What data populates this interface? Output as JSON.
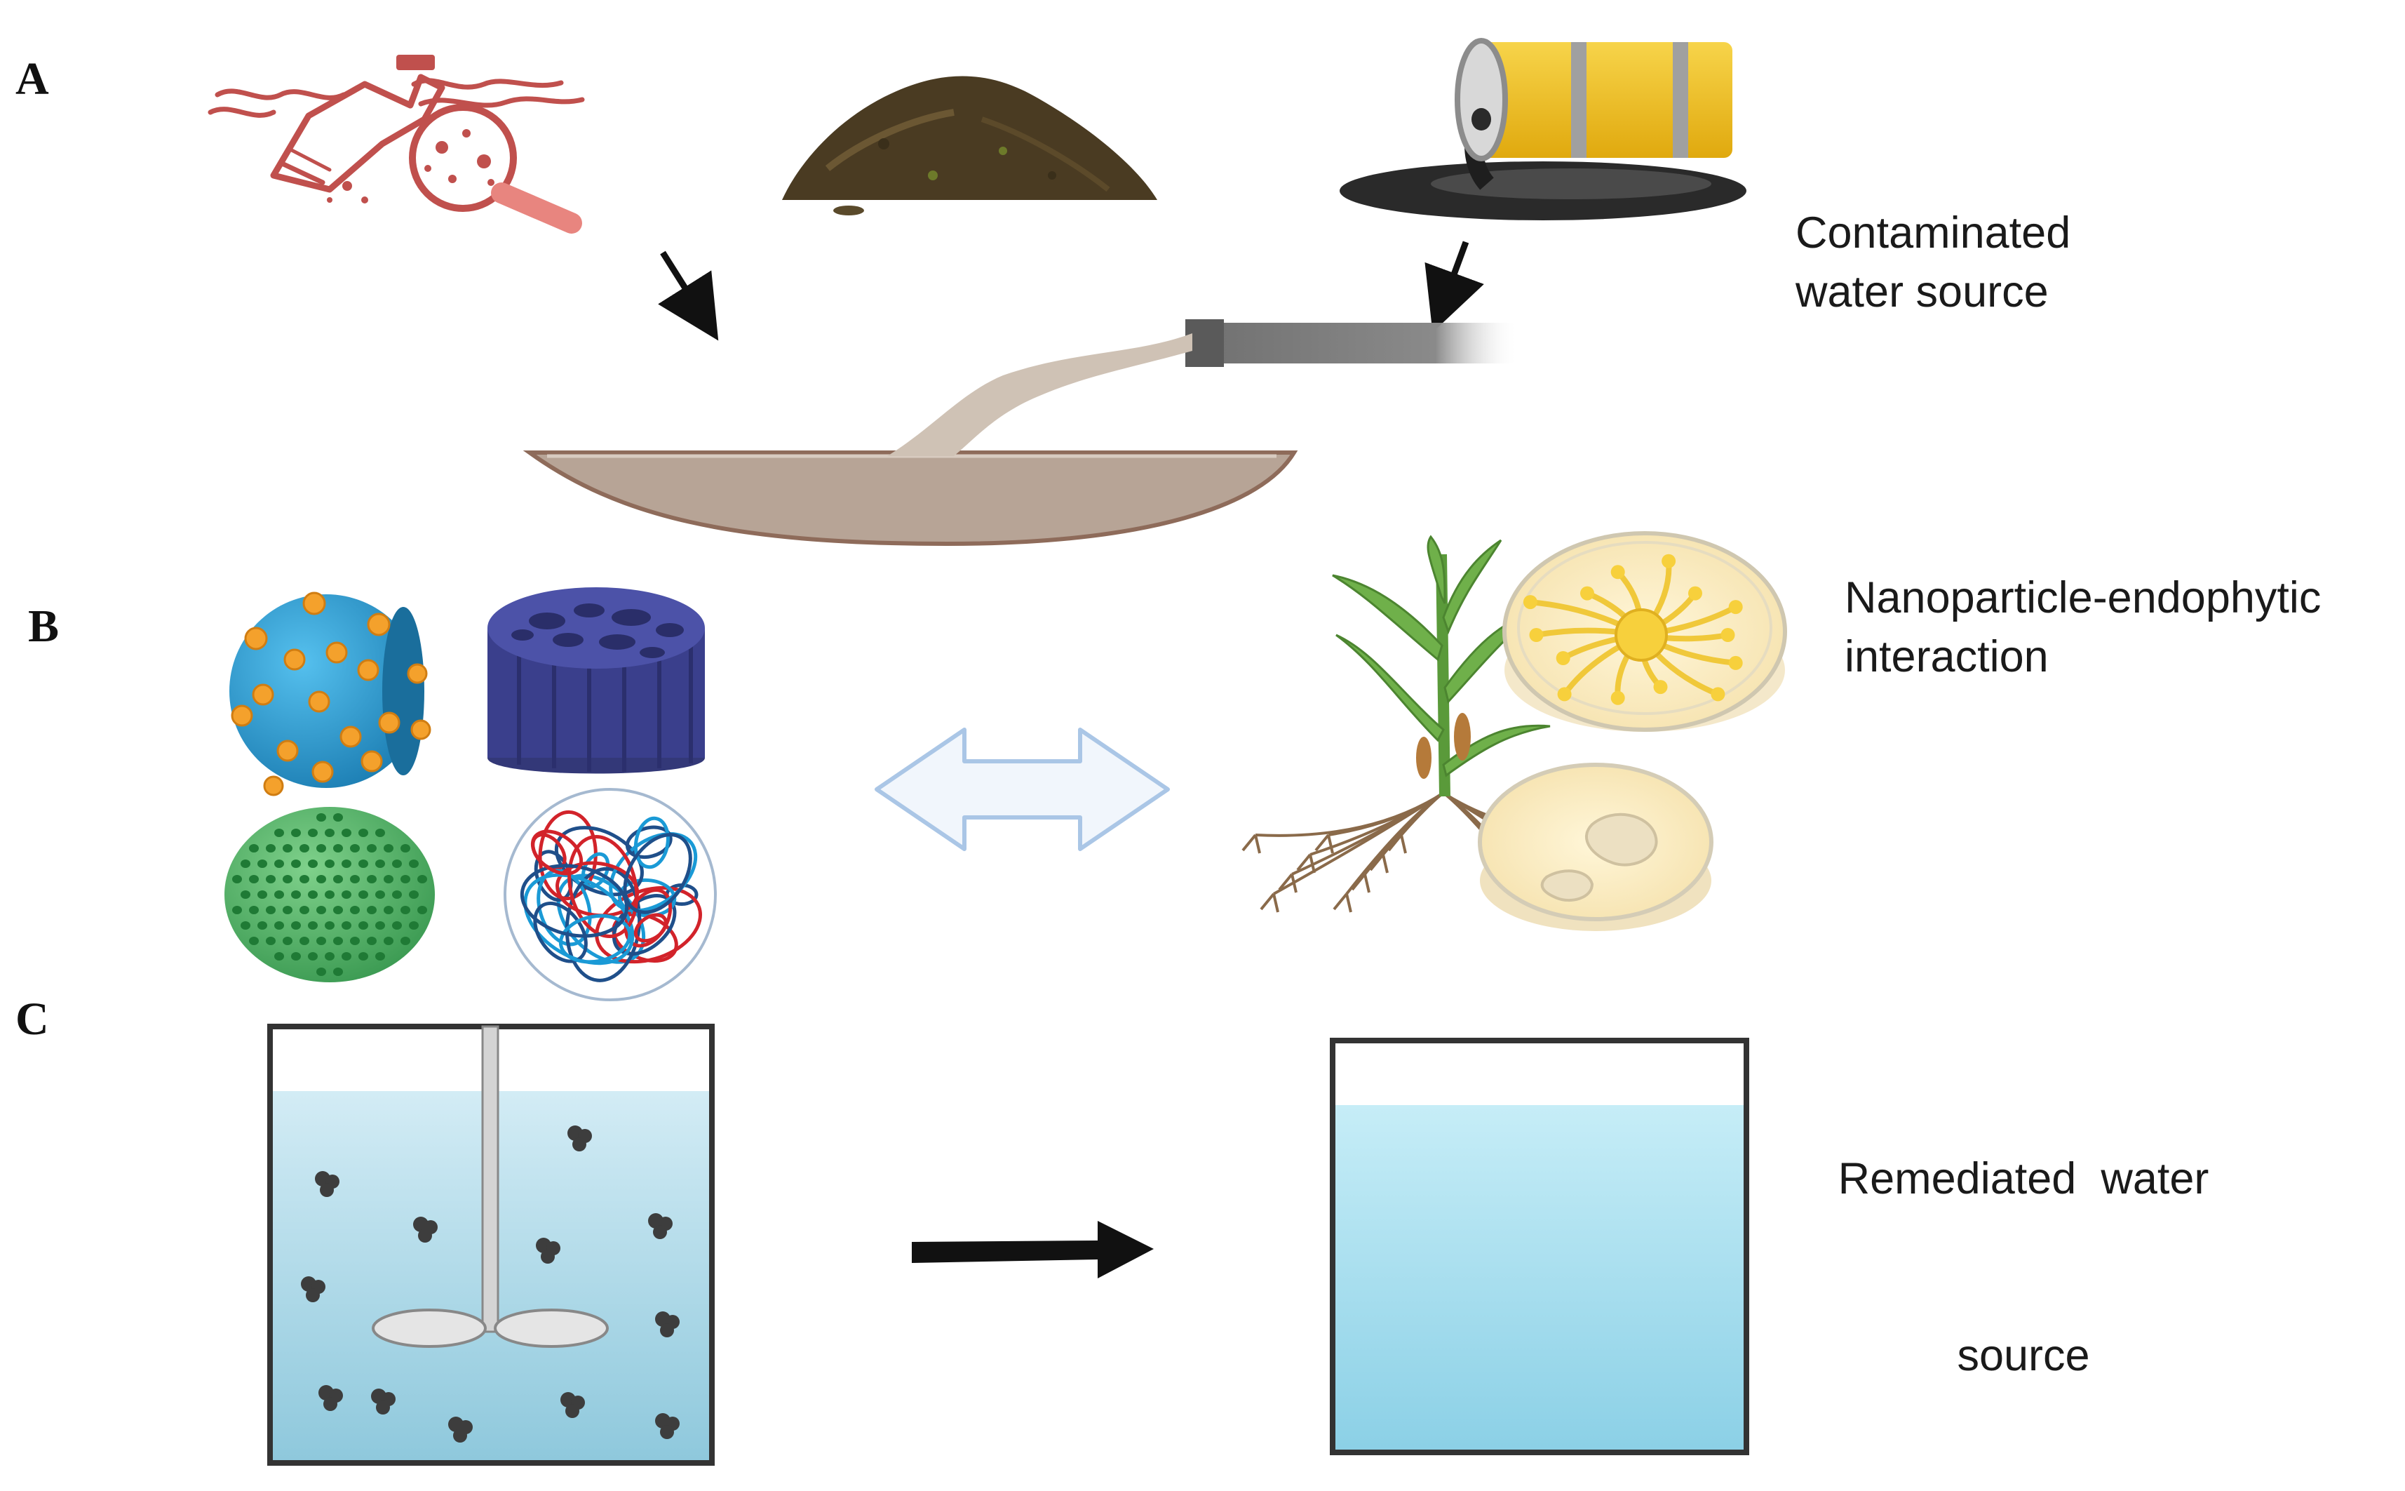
{
  "panels": {
    "a": {
      "letter": "A",
      "caption_line1": "Contaminated",
      "caption_line2": "water source"
    },
    "b": {
      "letter": "B",
      "caption_line1": "Nanoparticle-endophytic",
      "caption_line2": "interaction"
    },
    "c": {
      "letter": "C",
      "caption_line1": "Remediated  water",
      "caption_line2": "source"
    }
  },
  "colors": {
    "plastic_red": "#c0504d",
    "soil_brown": "#4a3b22",
    "barrel_yellow": "#f2c318",
    "oil_black": "#2a2a2a",
    "river_brown": "#b7a496",
    "nano_blue": "#2b9fd6",
    "nano_orange": "#f4a12c",
    "nano_navy": "#3a3f8c",
    "nano_green": "#3fa55c",
    "plant_green": "#5a9a3a",
    "petri_yellow": "#f7d03c",
    "water_top": "#d6eef7",
    "water_bottom": "#8fcbe0",
    "arrow_blue": "#c9ddf0"
  }
}
